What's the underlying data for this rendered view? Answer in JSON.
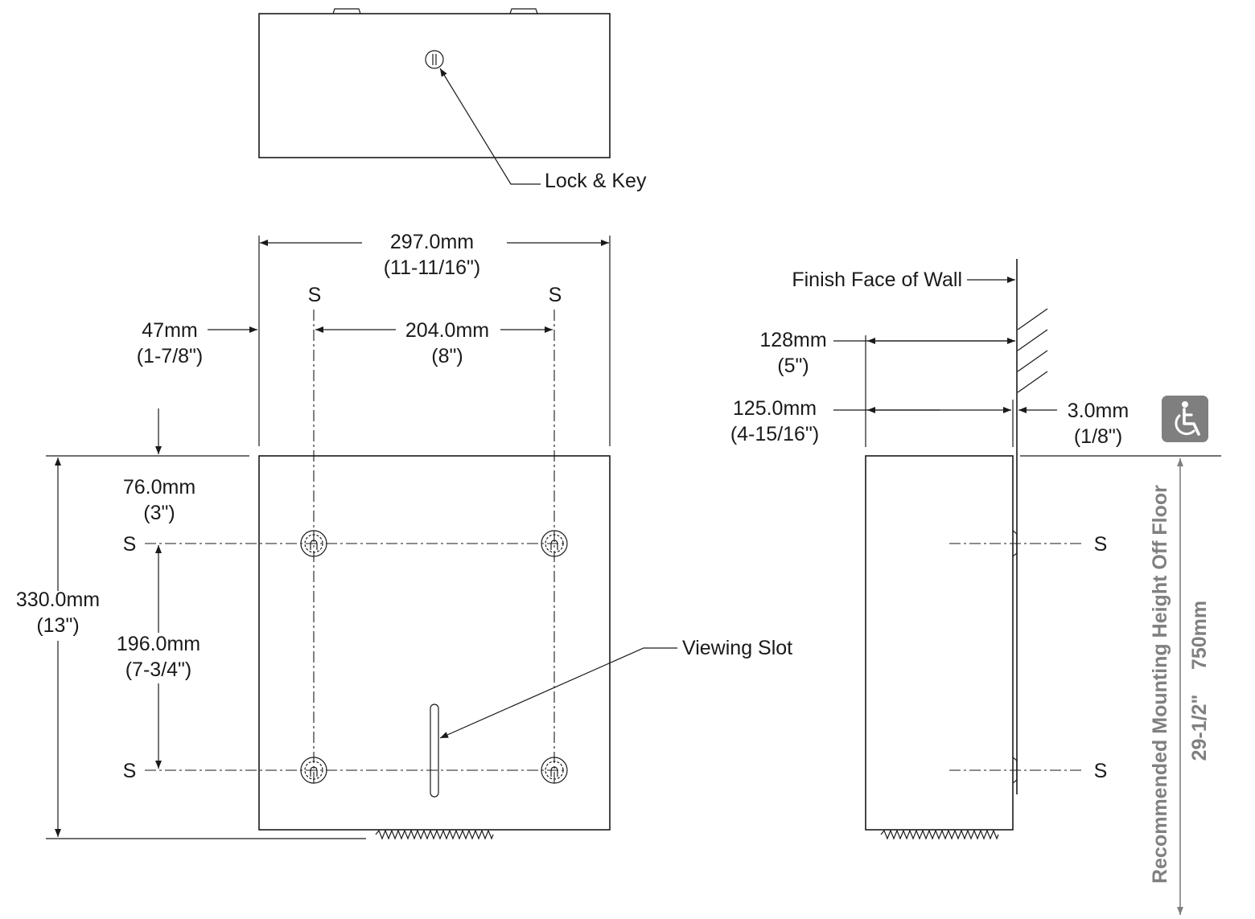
{
  "labels": {
    "lock_key": "Lock & Key",
    "width_mm": "297.0mm",
    "width_in": "(11-11/16\")",
    "offset_mm": "47mm",
    "offset_in": "(1-7/8\")",
    "screw_span_mm": "204.0mm",
    "screw_span_in": "(8\")",
    "top_screw_mm": "76.0mm",
    "top_screw_in": "(3\")",
    "height_mm": "330.0mm",
    "height_in": "(13\")",
    "vert_span_mm": "196.0mm",
    "vert_span_in": "(7-3/4\")",
    "viewing_slot": "Viewing Slot",
    "finish_face": "Finish Face of Wall",
    "depth_total_mm": "128mm",
    "depth_total_in": "(5\")",
    "depth_body_mm": "125.0mm",
    "depth_body_in": "(4-15/16\")",
    "flange_mm": "3.0mm",
    "flange_in": "(1/8\")",
    "mount_height_text": "Recommended Mounting Height Off Floor",
    "mount_height_in": "29-1/2\"",
    "mount_height_mm": "750mm",
    "screw_mark": "S"
  },
  "icons": {
    "accessibility": "wheelchair-accessibility-icon"
  },
  "colors": {
    "ink": "#1a1a1a",
    "gray": "#7f7f7f"
  }
}
